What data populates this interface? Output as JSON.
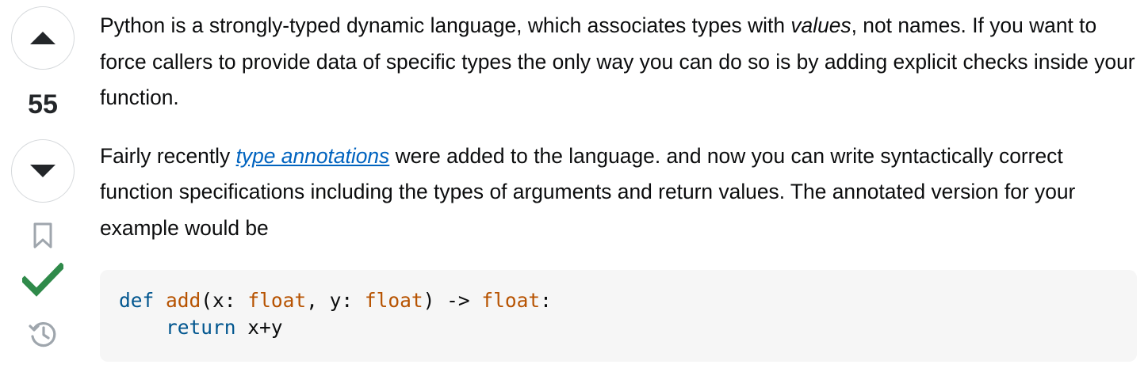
{
  "vote": {
    "count": "55",
    "upvote_icon": "triangle-up-icon",
    "downvote_icon": "triangle-down-icon",
    "bookmark_icon": "bookmark-icon",
    "accepted_icon": "checkmark-icon",
    "history_icon": "history-icon"
  },
  "colors": {
    "link": "#0063bf",
    "accepted": "#2f8a4a",
    "code_keyword": "#01568f",
    "code_name": "#b75301",
    "code_background": "#f6f6f6"
  },
  "answer": {
    "p1": {
      "a": "Python is a strongly-typed dynamic language, which associates types with ",
      "em": "values",
      "b": ", not names. If you want to force callers to provide data of specific types the only way you can do so is by adding explicit checks inside your function."
    },
    "p2": {
      "a": "Fairly recently ",
      "link": "type annotations",
      "b": " were added to the language. and now you can write syntactically correct function specifications including the types of arguments and return values. The annotated version for your example would be"
    },
    "code": {
      "line1": {
        "kw_def": "def",
        "fn_name": "add",
        "p1": "(x: ",
        "t1": "float",
        "p2": ", y: ",
        "t2": "float",
        "p3": ") -> ",
        "t3": "float",
        "p4": ":"
      },
      "line2": {
        "indent": "    ",
        "kw_return": "return",
        "expr": " x+y"
      }
    }
  }
}
